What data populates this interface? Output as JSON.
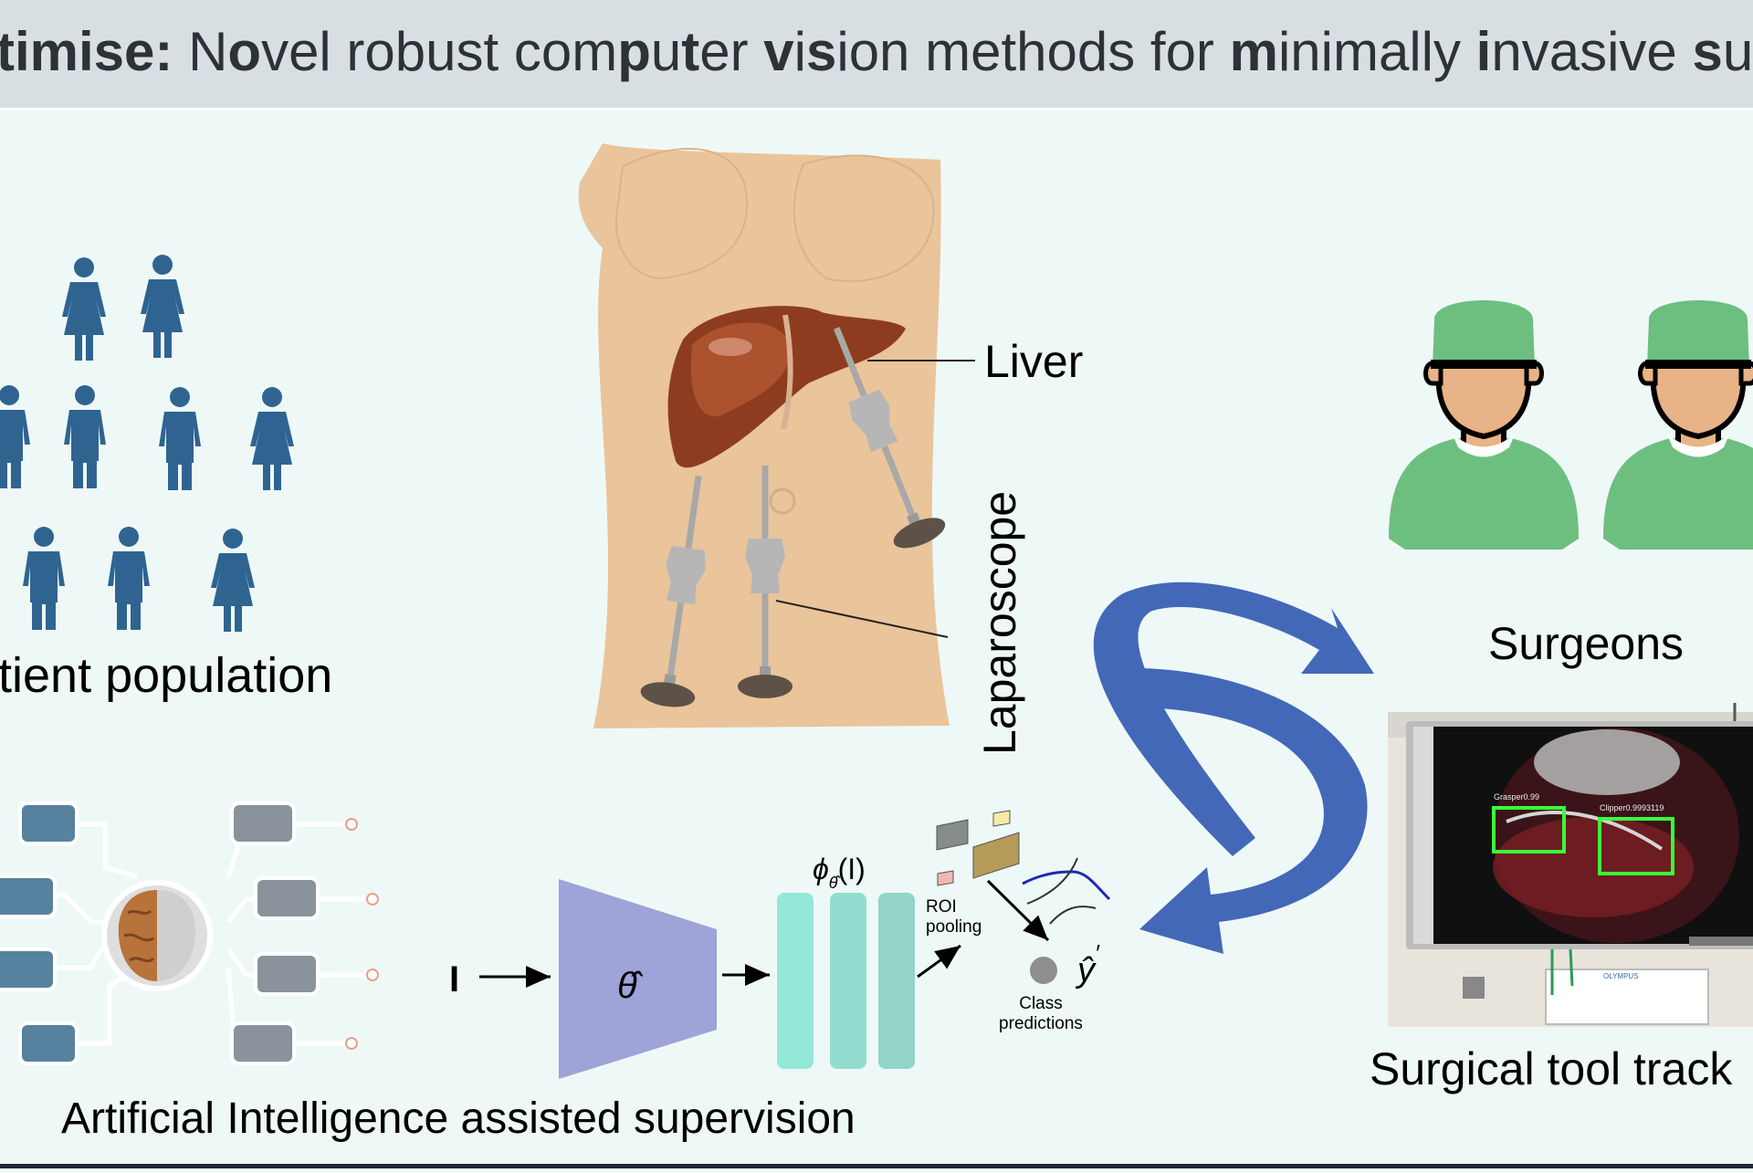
{
  "header": {
    "segments": [
      {
        "text": "timise: ",
        "bold": true
      },
      {
        "text": "N",
        "bold": false
      },
      {
        "text": "o",
        "bold": true
      },
      {
        "text": "vel robust com",
        "bold": false
      },
      {
        "text": "p",
        "bold": true
      },
      {
        "text": "u",
        "bold": false
      },
      {
        "text": "t",
        "bold": true
      },
      {
        "text": "er ",
        "bold": false
      },
      {
        "text": "v",
        "bold": true
      },
      {
        "text": "i",
        "bold": false
      },
      {
        "text": "s",
        "bold": true
      },
      {
        "text": "ion methods for ",
        "bold": false
      },
      {
        "text": "m",
        "bold": true
      },
      {
        "text": "inimally ",
        "bold": false
      },
      {
        "text": "i",
        "bold": true
      },
      {
        "text": "nvasive ",
        "bold": false
      },
      {
        "text": "s",
        "bold": true
      },
      {
        "text": "urg",
        "bold": false
      }
    ]
  },
  "labels": {
    "patient_population": "tient population",
    "liver": "Liver",
    "laparoscope": "Laparoscope",
    "surgeons": "Surgeons",
    "surgical_tool_tracking": "Surgical tool track",
    "ai_supervision": "Artificial Intelligence assisted supervision"
  },
  "network": {
    "input_symbol": "I",
    "encoder_symbol": "θ̂",
    "feature_symbol_main": "ϕ",
    "feature_symbol_sub": "θ̂",
    "feature_symbol_arg": "(I)",
    "roi_line1": "ROI",
    "roi_line2": "pooling",
    "class_line1": "Class",
    "class_line2": "predictions",
    "output_symbol": "ŷ",
    "output_prime": "′"
  },
  "monitor": {
    "box1_label": "Grasper0.99",
    "box2_label": "Clipper0.9993119",
    "brand": "OLYMPUS"
  },
  "colors": {
    "header_bg": "#d7dfe3",
    "canvas_bg": "#eef9f7",
    "person_blue": "#2f6491",
    "surgeon_green": "#6dbf80",
    "skin": "#eac49a",
    "arrow_blue": "#4468b8",
    "encoder_purple": "#9ea3d8",
    "feature_teal": "#93e0d3",
    "detect_green": "#39ff3a"
  }
}
